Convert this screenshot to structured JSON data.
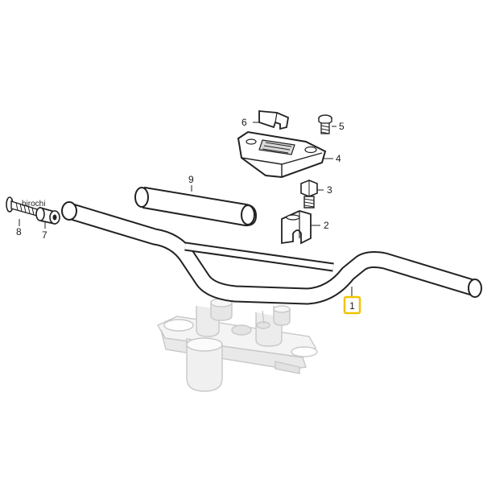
{
  "watermark": "hirochi",
  "callouts": [
    {
      "id": "1",
      "label": "1",
      "highlighted": true,
      "highlight_color": "#f2c400"
    },
    {
      "id": "2",
      "label": "2"
    },
    {
      "id": "3",
      "label": "3"
    },
    {
      "id": "4",
      "label": "4"
    },
    {
      "id": "5",
      "label": "5"
    },
    {
      "id": "6",
      "label": "6"
    },
    {
      "id": "7",
      "label": "7"
    },
    {
      "id": "8",
      "label": "8"
    },
    {
      "id": "9",
      "label": "9"
    }
  ]
}
